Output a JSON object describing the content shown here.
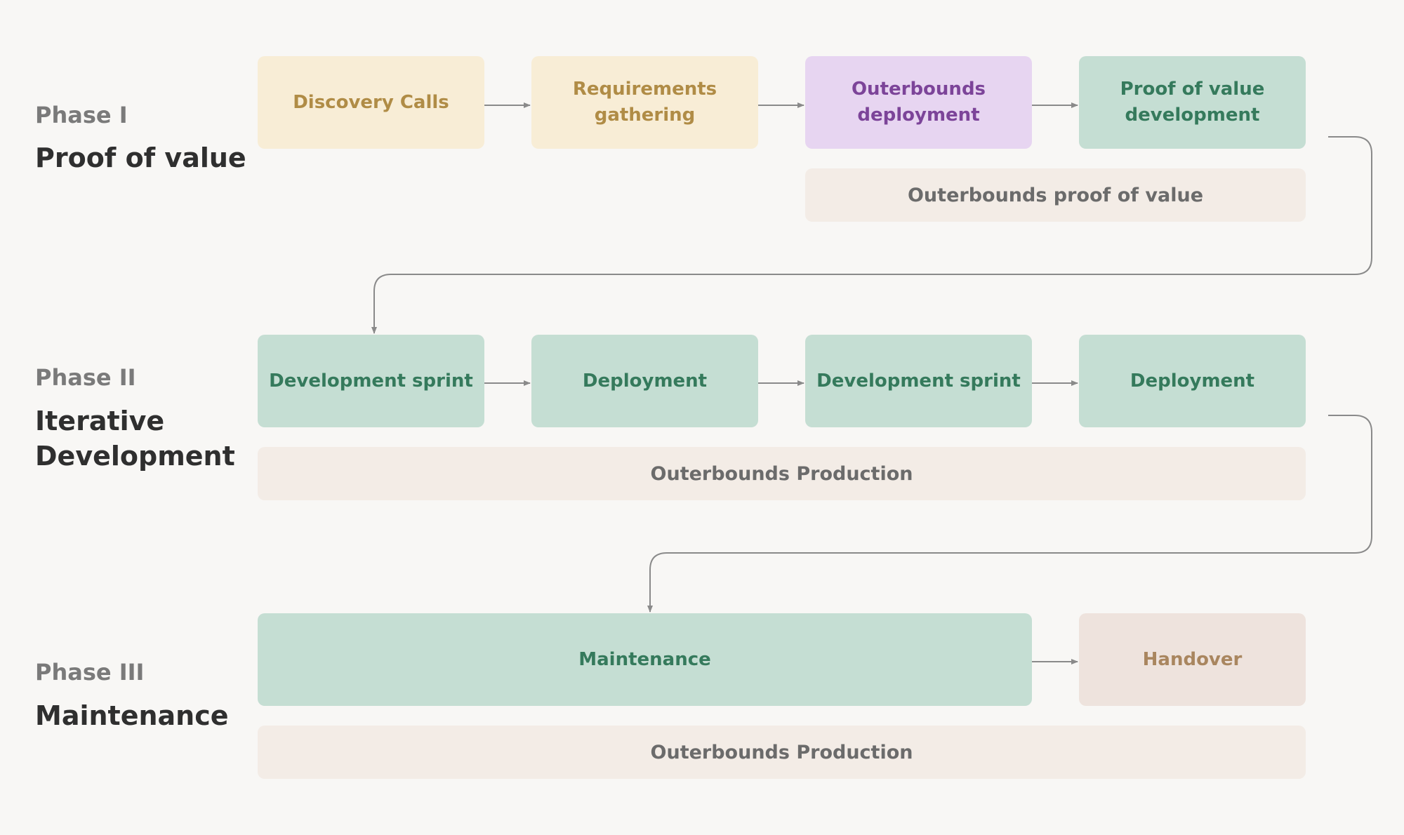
{
  "phases": [
    {
      "label": "Phase I",
      "title": "Proof of value",
      "steps": [
        "Discovery Calls",
        "Requirements gathering",
        "Outerbounds deployment",
        "Proof of value development"
      ],
      "band": "Outerbounds proof of value"
    },
    {
      "label": "Phase II",
      "title": "Iterative Development",
      "steps": [
        "Development sprint",
        "Deployment",
        "Development sprint",
        "Deployment"
      ],
      "band": "Outerbounds Production"
    },
    {
      "label": "Phase III",
      "title": "Maintenance",
      "steps": [
        "Maintenance",
        "Handover"
      ],
      "band": "Outerbounds Production"
    }
  ],
  "colors": {
    "background": "#f8f7f5",
    "yellow_fill": "#f8edd6",
    "yellow_text": "#b08c46",
    "purple_fill": "#e7d5f1",
    "purple_text": "#7c4499",
    "green_fill": "#c5ded3",
    "green_text": "#357a5c",
    "peach_fill": "#eee3dd",
    "peach_text": "#a9865f",
    "band_fill": "#f3ece6",
    "connector": "#8a8a8a"
  }
}
